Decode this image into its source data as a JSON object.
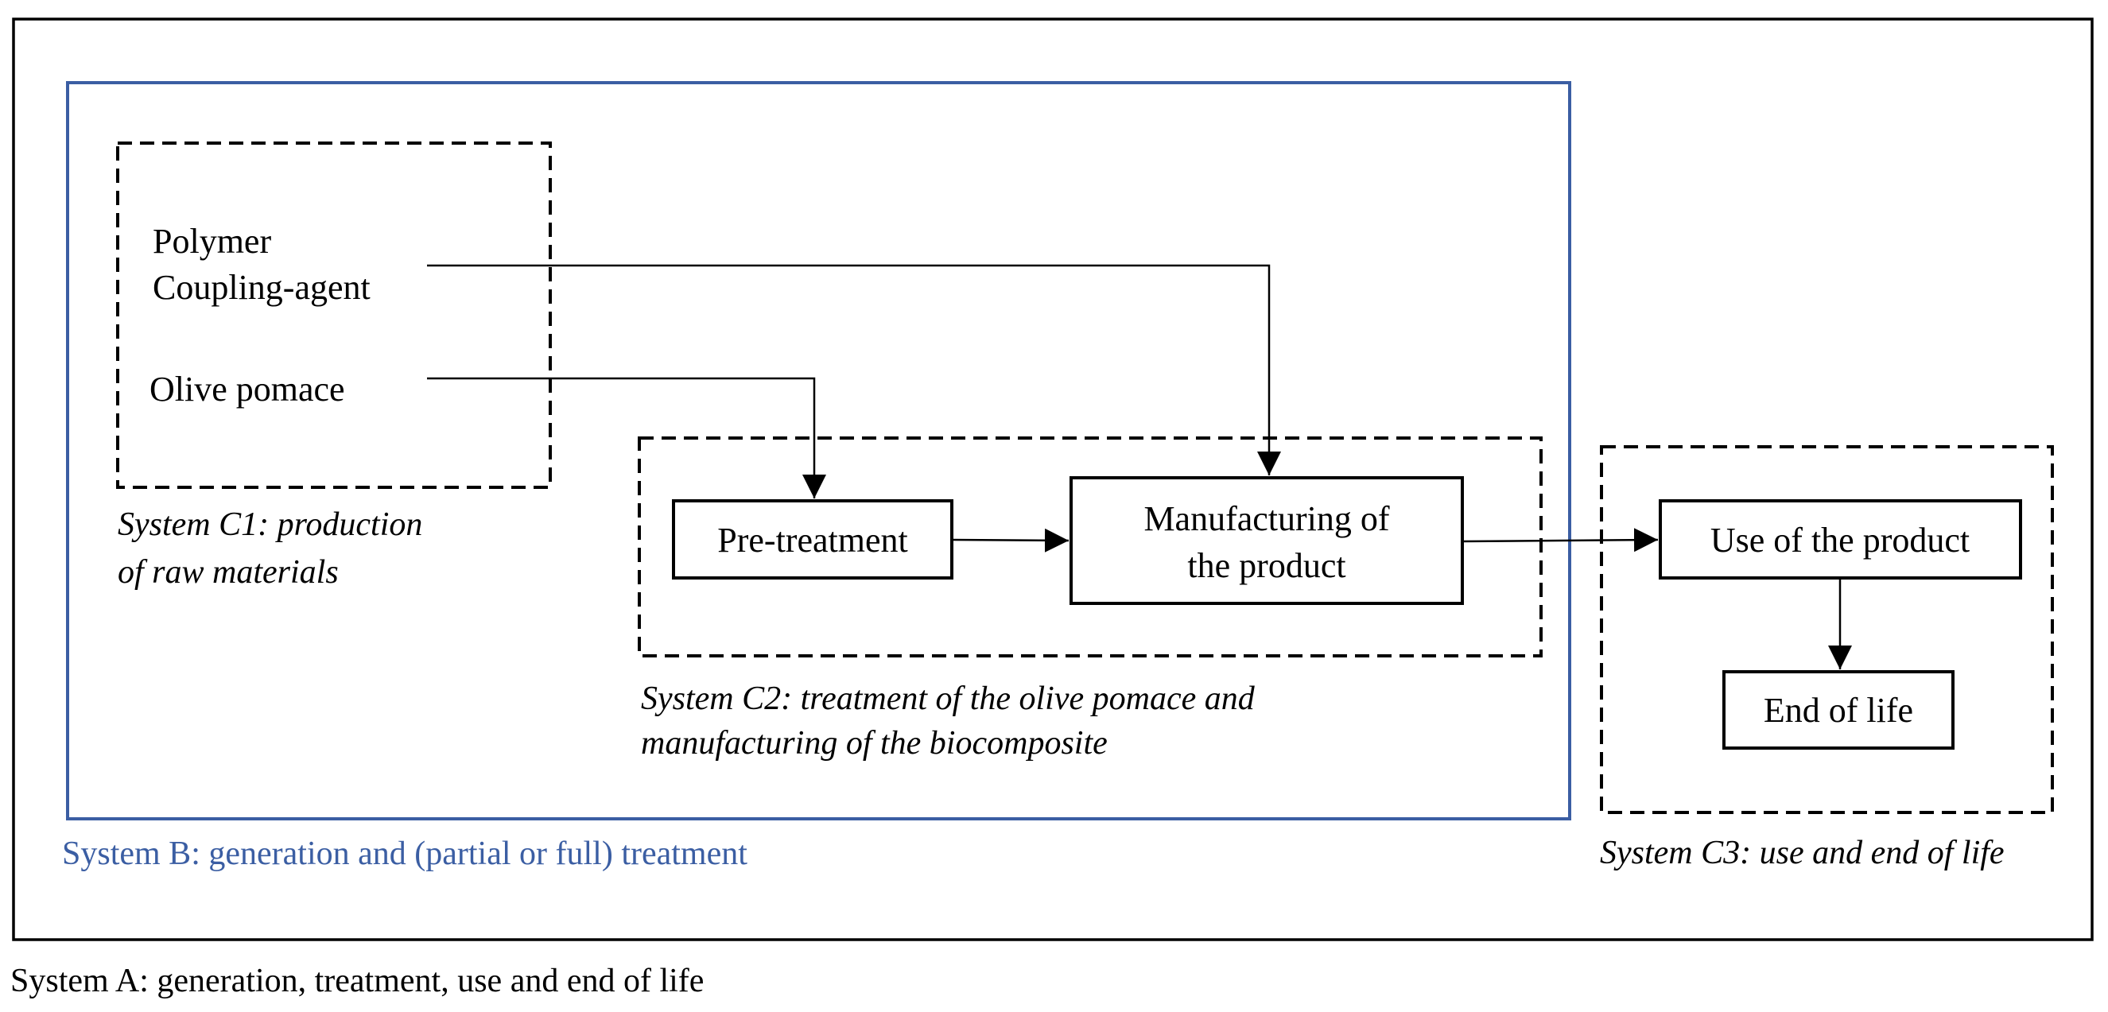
{
  "systems": {
    "a_label": "System A: generation, treatment, use and end of life",
    "b_label": "System B: generation and (partial or full) treatment",
    "c1_label_line1": "System C1: production",
    "c1_label_line2": "of raw materials",
    "c2_label_line1": "System C2: treatment of the olive pomace and",
    "c2_label_line2": "manufacturing of the biocomposite",
    "c3_label": "System C3: use and end of life"
  },
  "inputs": {
    "polymer": "Polymer",
    "coupling_agent": "Coupling-agent",
    "olive_pomace": "Olive pomace"
  },
  "processes": {
    "pretreatment": "Pre-treatment",
    "manufacturing_line1": "Manufacturing of",
    "manufacturing_line2": "the product",
    "use": "Use of the product",
    "end_of_life": "End of life"
  },
  "colors": {
    "system_b": "#3b5ea3",
    "line": "#000000"
  }
}
